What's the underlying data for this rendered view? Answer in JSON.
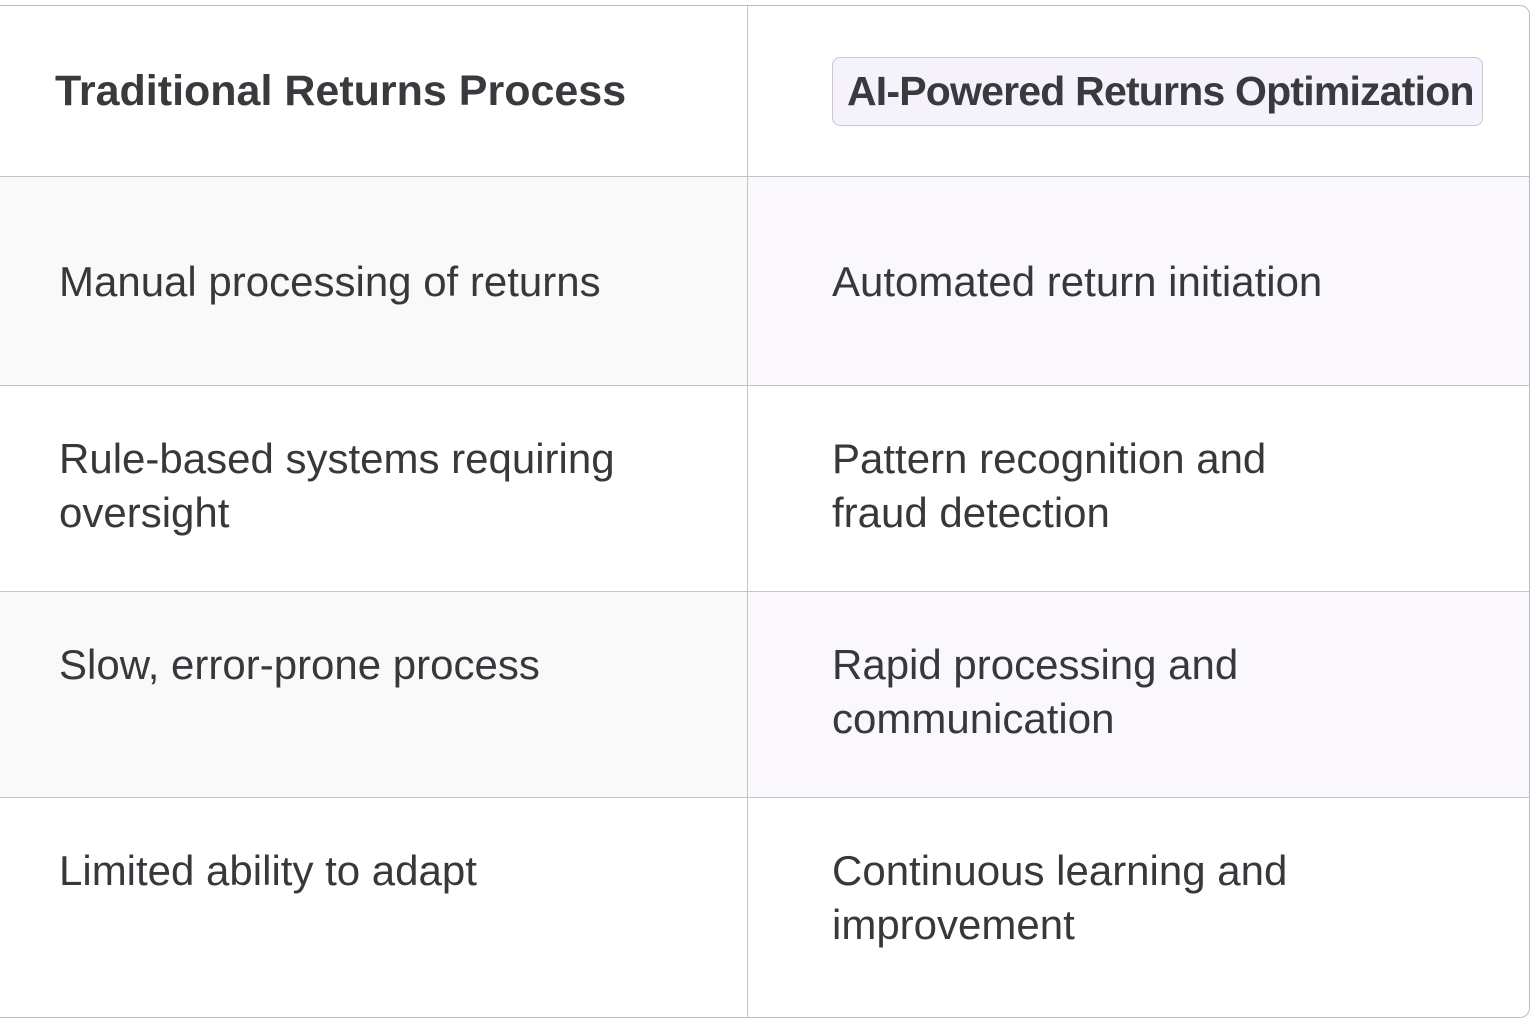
{
  "table": {
    "headers": [
      "Traditional Returns Process",
      "AI-Powered Returns Optimization"
    ],
    "rows": [
      [
        "Manual processing of returns",
        "Automated return initiation"
      ],
      [
        "Rule-based systems requiring oversight",
        "Pattern recognition and fraud detection"
      ],
      [
        "Slow, error-prone process",
        "Rapid processing and communication"
      ],
      [
        "Limited ability to adapt",
        "Continuous learning and improvement"
      ]
    ]
  },
  "colors": {
    "shaded_left": "#f9f9f9",
    "shaded_right": "#faf8fd",
    "badge_bg": "#f5f2fb",
    "border": "#c4c4c4"
  }
}
